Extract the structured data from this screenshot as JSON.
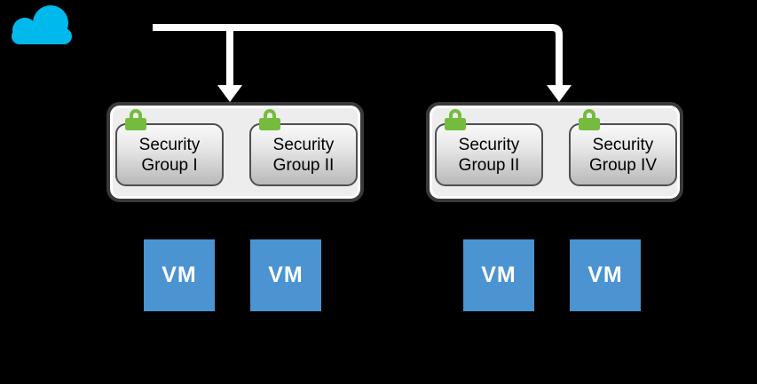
{
  "colors": {
    "background": "#000000",
    "cloud_cyan": "#00b9ec",
    "arrow_white": "#ffffff",
    "lock_green": "#75bc3e",
    "container_fill": "#ededed",
    "container_border": "#3a3a3a",
    "group_border": "#4f4f4f",
    "group_gradient_top": "#f9f9f9",
    "group_gradient_bottom": "#b9b9b9",
    "group_text": "#000000",
    "vm_blue": "#4b93d1",
    "vm_text": "#ffffff"
  },
  "icons": {
    "cloud": "cloud-icon",
    "lock": "lock-icon",
    "arrow": "down-arrow-icon"
  },
  "containers": [
    {
      "groups": [
        {
          "label": "Security Group I"
        },
        {
          "label": "Security Group II"
        }
      ]
    },
    {
      "groups": [
        {
          "label": "Security Group II"
        },
        {
          "label": "Security Group IV"
        }
      ]
    }
  ],
  "vms": [
    {
      "label": "VM"
    },
    {
      "label": "VM"
    },
    {
      "label": "VM"
    },
    {
      "label": "VM"
    }
  ]
}
